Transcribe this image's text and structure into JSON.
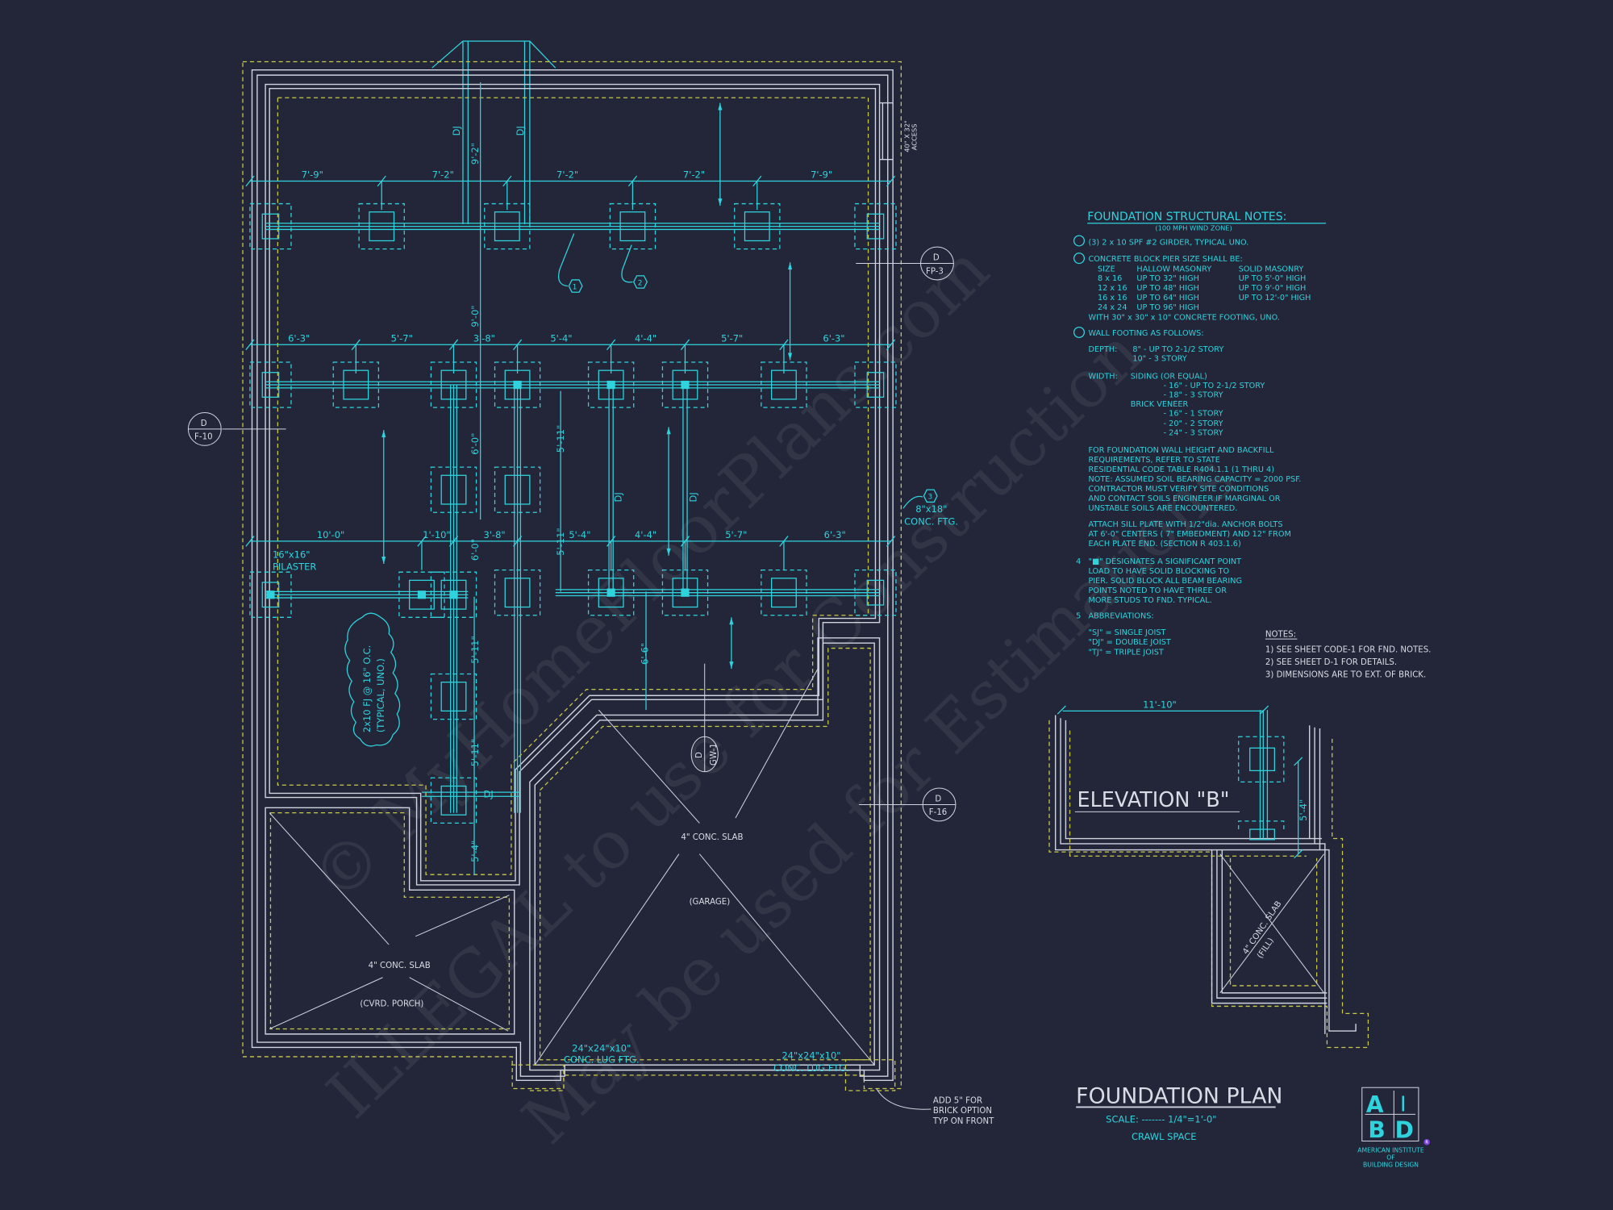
{
  "colors": {
    "background": "#232638",
    "structure": "#2fd3dd",
    "walls": "#cfd3df",
    "footing_dash": "#c9c94a"
  },
  "watermark": [
    "© MyHomeFloorPlans.com",
    "ILLEGAL to use for Construction",
    "May be used for Estimations"
  ],
  "plan": {
    "dims_row1": [
      "7'-9\"",
      "7'-2\"",
      "7'-2\"",
      "7'-2\"",
      "7'-9\""
    ],
    "dims_row2": [
      "6'-3\"",
      "5'-7\"",
      "3'-8\"",
      "5'-4\"",
      "4'-4\"",
      "5'-7\"",
      "6'-3\""
    ],
    "dims_row3": [
      "10'-0\"",
      "1'-10\"",
      "3'-8\"",
      "5'-4\"",
      "4'-4\"",
      "5'-7\"",
      "6'-3\""
    ],
    "vertical_dims": [
      "9'-2\"",
      "9'-0\"",
      "6'-0\"",
      "6'-0\"",
      "5'-11\"",
      "5'-11\"",
      "5'-4\"",
      "5'-11\"",
      "5'-11\"",
      "6'-6\""
    ],
    "joist_label": "DJ",
    "callouts": [
      "1",
      "2",
      "3"
    ],
    "section_marks": [
      {
        "top": "D",
        "bottom": "F-10"
      },
      {
        "top": "D",
        "bottom": "FP-3"
      },
      {
        "top": "D",
        "bottom": "GW-1"
      },
      {
        "top": "D",
        "bottom": "F-16"
      }
    ],
    "access": [
      "40\" X 32\"",
      "ACCESS"
    ],
    "conc_ftg": [
      "8\"x18\"",
      "CONC. FTG."
    ],
    "pilaster": [
      "16\"x16\"",
      "PILASTER"
    ],
    "joist_note": [
      "2x10 FJ @ 16\" O.C.",
      "(TYPICAL, UNO.)"
    ],
    "garage": {
      "slab": "4\" CONC. SLAB",
      "room": "(GARAGE)"
    },
    "porch": {
      "slab": "4\" CONC. SLAB",
      "room": "(CVRD. PORCH)"
    },
    "lug_ftg": [
      "24\"x24\"x10\"",
      "CONC. LUG FTG."
    ],
    "brick_note": [
      "ADD 5\" FOR",
      "BRICK OPTION",
      "TYP ON FRONT"
    ]
  },
  "elevation_b": {
    "title": "ELEVATION \"B\"",
    "dim_width": "11'-10\"",
    "dim_depth": "5'-4\"",
    "slab": "4\" CONC. SLAB",
    "fill": "(FILL)"
  },
  "notes": {
    "title": "FOUNDATION STRUCTURAL NOTES:",
    "subtitle": "(100 MPH WIND ZONE)",
    "n1": "(3) 2 x 10 SPF #2 GIRDER, TYPICAL UNO.",
    "n2": "CONCRETE BLOCK PIER SIZE SHALL BE:",
    "pier_table": {
      "headers": [
        "SIZE",
        "HALLOW MASONRY",
        "SOLID MASONRY"
      ],
      "rows": [
        [
          "8 x 16",
          "UP TO 32\" HIGH",
          "UP TO 5'-0\" HIGH"
        ],
        [
          "12 x 16",
          "UP TO 48\" HIGH",
          "UP TO 9'-0\" HIGH"
        ],
        [
          "16 x 16",
          "UP TO 64\" HIGH",
          "UP TO 12'-0\" HIGH"
        ],
        [
          "24 x 24",
          "UP TO 96\" HIGH",
          ""
        ]
      ]
    },
    "n2_footer": "WITH 30\" x 30\" x 10\" CONCRETE FOOTING, UNO.",
    "n3": "WALL FOOTING AS FOLLOWS:",
    "depth_label": "DEPTH:",
    "depth": [
      "8\" - UP TO 2-1/2 STORY",
      "10\" - 3 STORY"
    ],
    "width_label": "WIDTH:",
    "siding": "SIDING (OR EQUAL)",
    "siding_items": [
      "- 16\" - UP TO 2-1/2 STORY",
      "- 18\" - 3 STORY"
    ],
    "brick": "BRICK VENEER",
    "brick_items": [
      "- 16\" - 1 STORY",
      "- 20\" - 2 STORY",
      "- 24\" - 3 STORY"
    ],
    "para1": [
      "FOR FOUNDATION WALL HEIGHT AND BACKFILL",
      "REQUIREMENTS, REFER TO STATE",
      "RESIDENTIAL CODE TABLE R404.1.1 (1 THRU 4)",
      "NOTE: ASSUMED SOIL BEARING CAPACITY = 2000 PSF.",
      "CONTRACTOR MUST VERIFY SITE CONDITIONS",
      "AND CONTACT SOILS ENGINEER IF MARGINAL OR",
      "UNSTABLE SOILS ARE ENCOUNTERED."
    ],
    "para2": [
      "ATTACH SILL PLATE WITH 1/2\"dia. ANCHOR BOLTS",
      "AT 6'-0\" CENTERS ( 7\" EMBEDMENT) AND 12\" FROM",
      "EACH PLATE END. (SECTION R 403.1.6)"
    ],
    "n4_num": "4",
    "n4": [
      "\"■\" DESIGNATES A SIGNIFICANT POINT",
      "LOAD TO HAVE SOLID BLOCKING TO",
      "PIER. SOLID BLOCK ALL BEAM BEARING",
      "POINTS NOTED TO HAVE THREE OR",
      "MORE STUDS TO FND. TYPICAL."
    ],
    "n5_num": "5",
    "n5": "ABBREVIATIONS:",
    "abbr": [
      "\"SJ\" = SINGLE JOIST",
      "\"DJ\" = DOUBLE JOIST",
      "\"TJ\" = TRIPLE JOIST"
    ]
  },
  "general_notes": {
    "title": "NOTES:",
    "items": [
      "1) SEE SHEET CODE-1 FOR FND. NOTES.",
      "2) SEE SHEET D-1 FOR DETAILS.",
      "3) DIMENSIONS ARE TO EXT. OF BRICK."
    ]
  },
  "title_block": {
    "title": "FOUNDATION PLAN",
    "scale": "SCALE: ------- 1/4\"=1'-0\"",
    "subtitle": "CRAWL SPACE"
  },
  "logo": {
    "letters": [
      "A",
      "I",
      "B",
      "D"
    ],
    "registered": "R",
    "org": [
      "AMERICAN INSTITUTE",
      "OF",
      "BUILDING DESIGN"
    ]
  }
}
